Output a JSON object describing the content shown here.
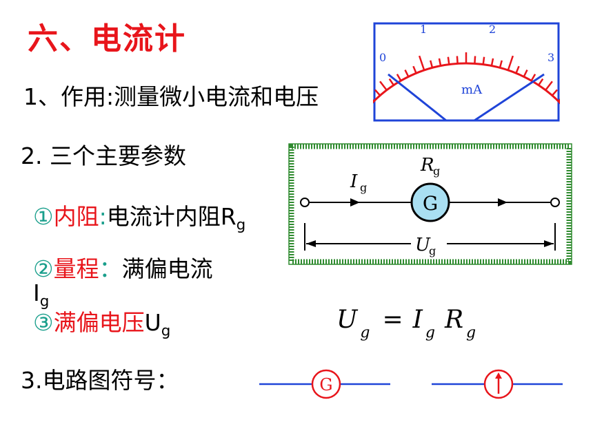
{
  "title": "六、电流计",
  "item1": "1、作用:测量微小电流和电压",
  "item2": "2. 三个主要参数",
  "param1": {
    "num": "①",
    "name": "内阻",
    "sep": ":",
    "desc": "电流计内阻R",
    "sub": "g"
  },
  "param2": {
    "num": "②",
    "name": "量程",
    "sep": "：",
    "desc": "满偏电流",
    "desc2": "I",
    "sub": "g"
  },
  "param3": {
    "num": "③",
    "name": "满偏电压",
    "desc": "U",
    "sub": "g"
  },
  "item3": "3.电路图符号：",
  "meter": {
    "scale_labels": [
      "0",
      "1",
      "2",
      "3"
    ],
    "unit": "mA",
    "colors": {
      "frame": "#1f44d8",
      "scale": "#e8151b",
      "text": "#1f44d8"
    }
  },
  "circuit": {
    "current_label": "I",
    "current_sub": "g",
    "resistance_label": "R",
    "resistance_sub": "g",
    "voltage_label": "U",
    "voltage_sub": "g",
    "meter_letter": "G",
    "colors": {
      "border": "#2e8a2e",
      "meter_fill": "#a9dff2"
    }
  },
  "formula": {
    "lhs": "U",
    "lhs_sub": "g",
    "eq": "=",
    "r1": "I",
    "r1_sub": "g",
    "r2": "R",
    "r2_sub": "g"
  },
  "symbols": {
    "g_letter": "G",
    "colors": {
      "line": "#1f44d8",
      "circle": "#e8151b"
    }
  }
}
